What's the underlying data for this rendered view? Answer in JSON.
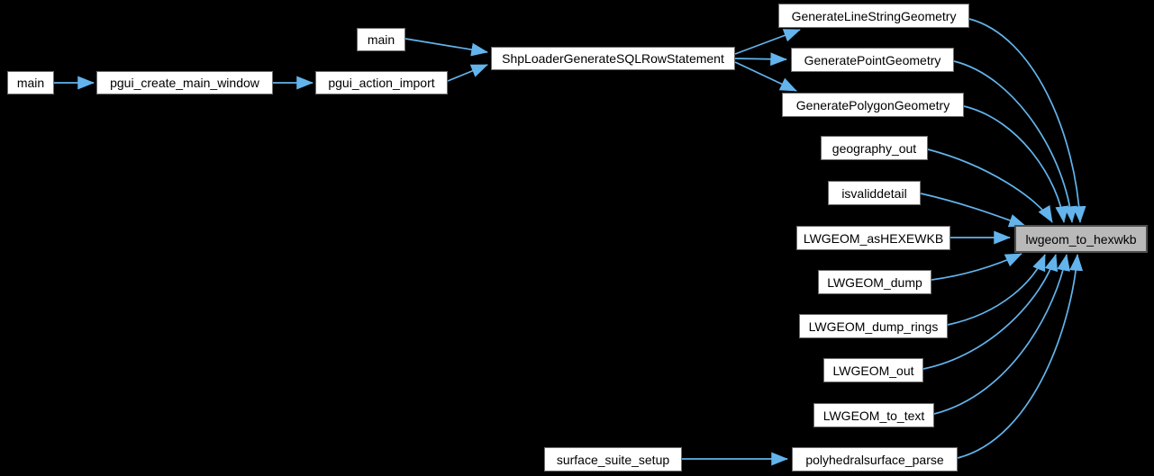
{
  "diagram": {
    "title": "caller graph for lwgeom_to_hexwkb",
    "type": "call-graph",
    "highlighted_node": "lwgeom_to_hexwkb",
    "colors": {
      "background": "#000000",
      "node_fill": "#ffffff",
      "node_border": "#6e6e6e",
      "highlight_fill": "#b9b9b9",
      "highlight_border": "#4f4f4f",
      "edge": "#63b4ec",
      "text": "#000000"
    },
    "nodes": [
      {
        "id": "main_left",
        "label": "main"
      },
      {
        "id": "pgui_create_main_window",
        "label": "pgui_create_main_window"
      },
      {
        "id": "pgui_action_import",
        "label": "pgui_action_import"
      },
      {
        "id": "main_top",
        "label": "main"
      },
      {
        "id": "ShpLoaderGenerateSQLRowStatement",
        "label": "ShpLoaderGenerateSQLRowStatement"
      },
      {
        "id": "GenerateLineStringGeometry",
        "label": "GenerateLineStringGeometry"
      },
      {
        "id": "GeneratePointGeometry",
        "label": "GeneratePointGeometry"
      },
      {
        "id": "GeneratePolygonGeometry",
        "label": "GeneratePolygonGeometry"
      },
      {
        "id": "geography_out",
        "label": "geography_out"
      },
      {
        "id": "isvaliddetail",
        "label": "isvaliddetail"
      },
      {
        "id": "LWGEOM_asHEXEWKB",
        "label": "LWGEOM_asHEXEWKB"
      },
      {
        "id": "LWGEOM_dump",
        "label": "LWGEOM_dump"
      },
      {
        "id": "LWGEOM_dump_rings",
        "label": "LWGEOM_dump_rings"
      },
      {
        "id": "LWGEOM_out",
        "label": "LWGEOM_out"
      },
      {
        "id": "LWGEOM_to_text",
        "label": "LWGEOM_to_text"
      },
      {
        "id": "polyhedralsurface_parse",
        "label": "polyhedralsurface_parse"
      },
      {
        "id": "surface_suite_setup",
        "label": "surface_suite_setup"
      },
      {
        "id": "lwgeom_to_hexwkb",
        "label": "lwgeom_to_hexwkb",
        "highlighted": true
      }
    ],
    "edges": [
      {
        "from": "main_left",
        "to": "pgui_create_main_window"
      },
      {
        "from": "pgui_create_main_window",
        "to": "pgui_action_import"
      },
      {
        "from": "pgui_action_import",
        "to": "ShpLoaderGenerateSQLRowStatement"
      },
      {
        "from": "main_top",
        "to": "ShpLoaderGenerateSQLRowStatement"
      },
      {
        "from": "ShpLoaderGenerateSQLRowStatement",
        "to": "GenerateLineStringGeometry"
      },
      {
        "from": "ShpLoaderGenerateSQLRowStatement",
        "to": "GeneratePointGeometry"
      },
      {
        "from": "ShpLoaderGenerateSQLRowStatement",
        "to": "GeneratePolygonGeometry"
      },
      {
        "from": "GenerateLineStringGeometry",
        "to": "lwgeom_to_hexwkb"
      },
      {
        "from": "GeneratePointGeometry",
        "to": "lwgeom_to_hexwkb"
      },
      {
        "from": "GeneratePolygonGeometry",
        "to": "lwgeom_to_hexwkb"
      },
      {
        "from": "geography_out",
        "to": "lwgeom_to_hexwkb"
      },
      {
        "from": "isvaliddetail",
        "to": "lwgeom_to_hexwkb"
      },
      {
        "from": "LWGEOM_asHEXEWKB",
        "to": "lwgeom_to_hexwkb"
      },
      {
        "from": "LWGEOM_dump",
        "to": "lwgeom_to_hexwkb"
      },
      {
        "from": "LWGEOM_dump_rings",
        "to": "lwgeom_to_hexwkb"
      },
      {
        "from": "LWGEOM_out",
        "to": "lwgeom_to_hexwkb"
      },
      {
        "from": "LWGEOM_to_text",
        "to": "lwgeom_to_hexwkb"
      },
      {
        "from": "polyhedralsurface_parse",
        "to": "lwgeom_to_hexwkb"
      },
      {
        "from": "surface_suite_setup",
        "to": "polyhedralsurface_parse"
      }
    ]
  }
}
